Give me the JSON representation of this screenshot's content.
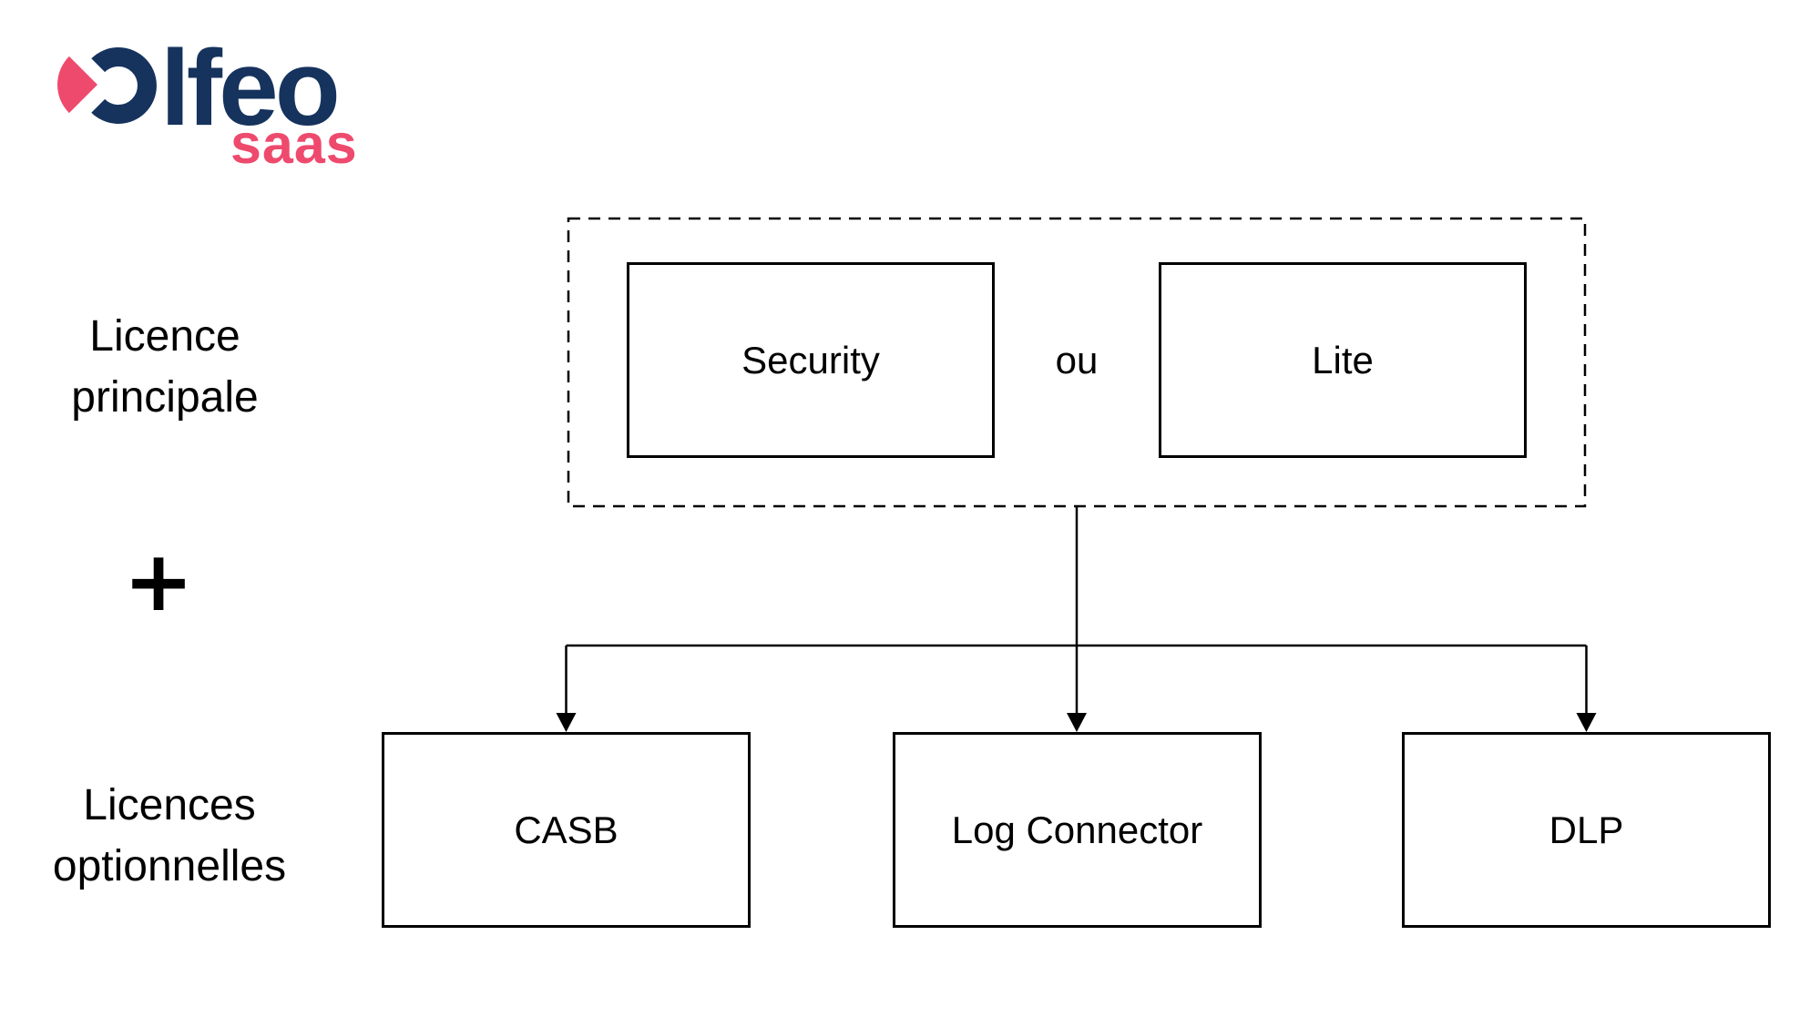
{
  "logo": {
    "wordmark": "lfeo",
    "subtitle": "saas",
    "colors": {
      "navy": "#16335e",
      "pink": "#ee4a6d"
    }
  },
  "left_column": {
    "main_label": {
      "line1": "Licence",
      "line2": "principale"
    },
    "plus_sign": "+",
    "optional_label": {
      "line1": "Licences",
      "line2": "optionnelles"
    }
  },
  "diagram": {
    "main_group": {
      "options": [
        {
          "label": "Security"
        },
        {
          "label": "Lite"
        }
      ],
      "separator": "ou"
    },
    "optional_group": {
      "options": [
        {
          "label": "CASB"
        },
        {
          "label": "Log Connector"
        },
        {
          "label": "DLP"
        }
      ]
    }
  }
}
